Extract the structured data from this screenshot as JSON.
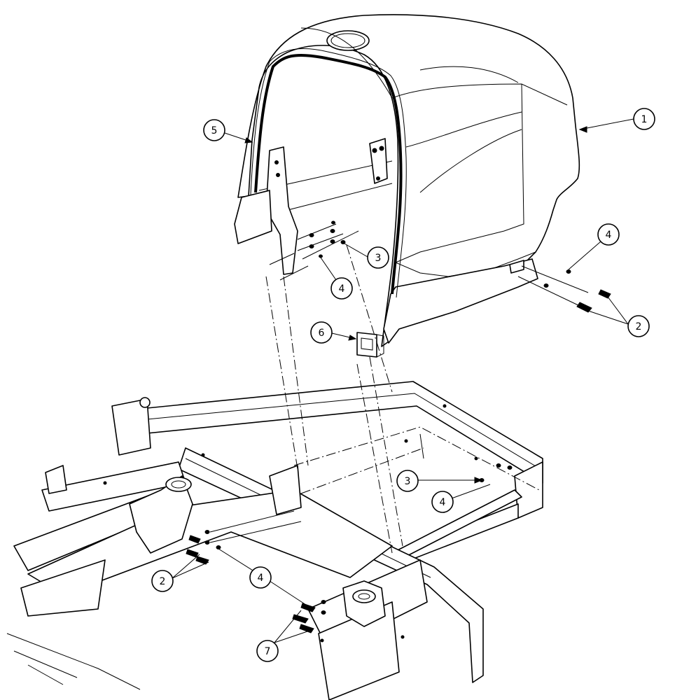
{
  "callouts": [
    {
      "id": "c1",
      "label": "1"
    },
    {
      "id": "c2a",
      "label": "2"
    },
    {
      "id": "c2b",
      "label": "2"
    },
    {
      "id": "c3a",
      "label": "3"
    },
    {
      "id": "c3b",
      "label": "3"
    },
    {
      "id": "c4a",
      "label": "4"
    },
    {
      "id": "c4b",
      "label": "4"
    },
    {
      "id": "c4c",
      "label": "4"
    },
    {
      "id": "c4d",
      "label": "4"
    },
    {
      "id": "c5",
      "label": "5"
    },
    {
      "id": "c6",
      "label": "6"
    },
    {
      "id": "c7",
      "label": "7"
    }
  ],
  "colors": {
    "line": "#000000",
    "background": "#ffffff"
  }
}
